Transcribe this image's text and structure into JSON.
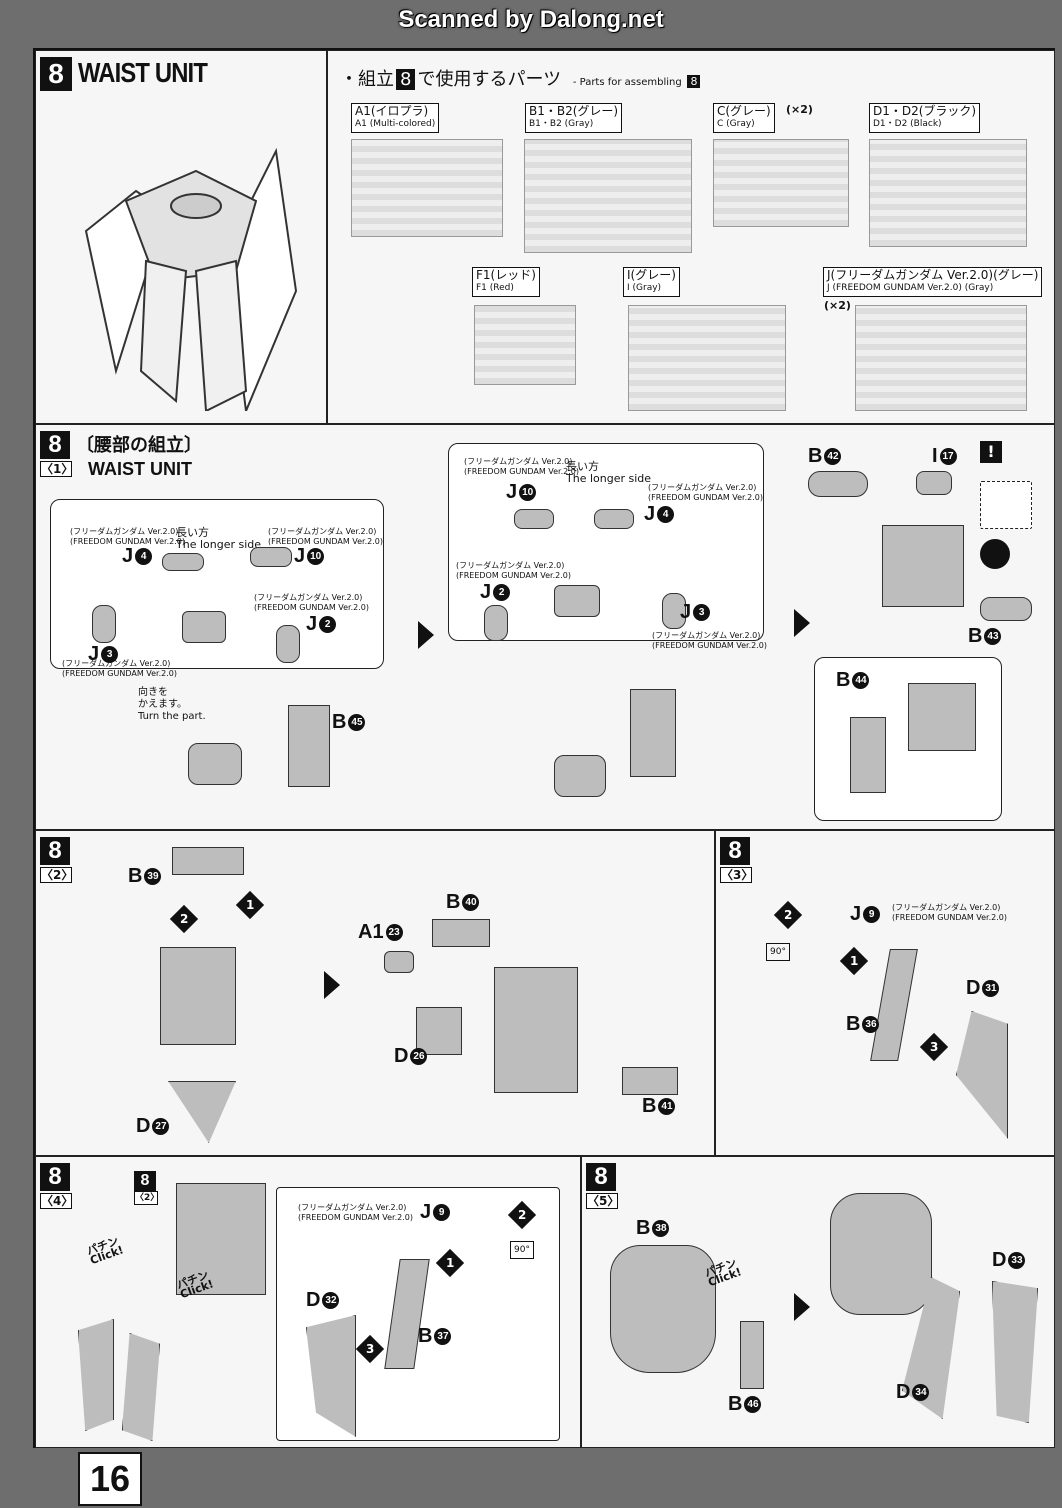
{
  "scan_title": "Scanned by Dalong.net",
  "page_number": "16",
  "step8_header": {
    "num": "8",
    "title": "WAIST UNIT"
  },
  "parts_header": {
    "prefix": "・組立",
    "num": "8",
    "jp": "で使用するパーツ",
    "en": "- Parts for assembling",
    "en_num": "8"
  },
  "runners": [
    {
      "jp": "A1(イロプラ)",
      "en": "A1 (Multi-colored)",
      "mult": ""
    },
    {
      "jp": "B1・B2(グレー)",
      "en": "B1・B2 (Gray)",
      "mult": ""
    },
    {
      "jp": "C(グレー)",
      "en": "C (Gray)",
      "mult": "(×2)"
    },
    {
      "jp": "D1・D2(ブラック)",
      "en": "D1・D2 (Black)",
      "mult": ""
    },
    {
      "jp": "F1(レッド)",
      "en": "F1 (Red)",
      "mult": ""
    },
    {
      "jp": "I(グレー)",
      "en": "I (Gray)",
      "mult": ""
    },
    {
      "jp": "J(フリーダムガンダム Ver.2.0)(グレー)",
      "en": "J (FREEDOM GUNDAM Ver.2.0) (Gray)",
      "mult": "(×2)"
    }
  ],
  "section1": {
    "num": "8",
    "sub": "〈1〉",
    "jp": "〔腰部の組立〕",
    "en": "WAIST UNIT",
    "longer_jp": "長い方",
    "longer_en": "The longer side",
    "fg_jp": "(フリーダムガンダム Ver.2.0)",
    "fg_en": "(FREEDOM GUNDAM Ver.2.0)",
    "turn_jp1": "向きを",
    "turn_jp2": "かえます。",
    "turn_en": "Turn the part.",
    "parts": {
      "j4": "J",
      "j4n": "4",
      "j10": "J",
      "j10n": "10",
      "j3": "J",
      "j3n": "3",
      "j2": "J",
      "j2n": "2",
      "b45": "B",
      "b45n": "45",
      "b42": "B",
      "b42n": "42",
      "i17": "I",
      "i17n": "17",
      "b43": "B",
      "b43n": "43",
      "b44": "B",
      "b44n": "44"
    },
    "warn": "!"
  },
  "section2": {
    "num": "8",
    "sub": "〈2〉",
    "parts": {
      "b39": "B",
      "b39n": "39",
      "d27": "D",
      "d27n": "27",
      "a1": "A1",
      "a1n": "23",
      "b40": "B",
      "b40n": "40",
      "d26": "D",
      "d26n": "26",
      "b41": "B",
      "b41n": "41"
    },
    "steps": [
      "1",
      "2"
    ]
  },
  "section3": {
    "num": "8",
    "sub": "〈3〉",
    "fg_jp": "(フリーダムガンダム Ver.2.0)",
    "fg_en": "(FREEDOM GUNDAM Ver.2.0)",
    "parts": {
      "j9": "J",
      "j9n": "9",
      "b36": "B",
      "b36n": "36",
      "d31": "D",
      "d31n": "31"
    },
    "deg": "90°",
    "steps": [
      "1",
      "2",
      "3"
    ]
  },
  "section4": {
    "num": "8",
    "sub": "〈4〉",
    "ref_num": "8",
    "ref_sub": "〈2〉",
    "fg_jp": "(フリーダムガンダム Ver.2.0)",
    "fg_en": "(FREEDOM GUNDAM Ver.2.0)",
    "click_jp": "パチン",
    "click_en": "Click!",
    "parts": {
      "j9": "J",
      "j9n": "9",
      "d32": "D",
      "d32n": "32",
      "b37": "B",
      "b37n": "37"
    },
    "deg": "90°",
    "steps": [
      "1",
      "2",
      "3"
    ]
  },
  "section5": {
    "num": "8",
    "sub": "〈5〉",
    "click_jp": "パチン",
    "click_en": "Click!",
    "parts": {
      "b38": "B",
      "b38n": "38",
      "b46": "B",
      "b46n": "46",
      "d33": "D",
      "d33n": "33",
      "d34": "D",
      "d34n": "34"
    }
  }
}
